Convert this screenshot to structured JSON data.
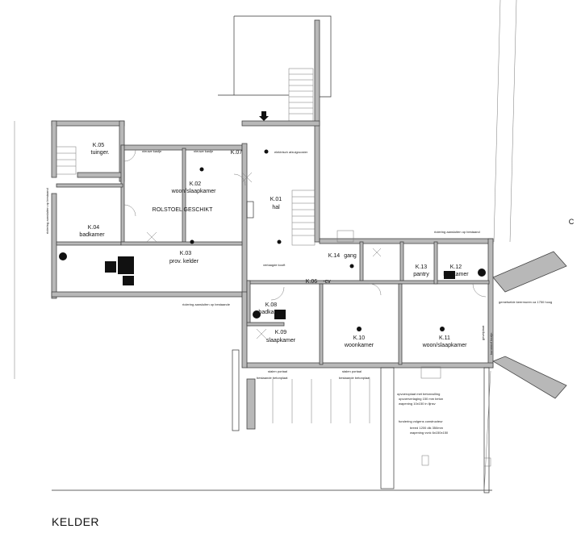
{
  "title": "KELDER",
  "rooms": {
    "k05": {
      "code": "K.05",
      "name": "tuinger."
    },
    "k02": {
      "code": "K.02",
      "name": "woon/slaapkamer",
      "note": "ROLSTOEL GESCHIKT"
    },
    "k07": {
      "code": "K.07"
    },
    "k01": {
      "code": "K.01",
      "name": "hal"
    },
    "k04": {
      "code": "K.04",
      "name": "badkamer"
    },
    "k03": {
      "code": "K.03",
      "name": "prov. kelder"
    },
    "k14": {
      "code": "K.14",
      "name": "gang"
    },
    "k13": {
      "code": "K.13",
      "name": "pantry"
    },
    "k12": {
      "code": "K.12",
      "name": "badkamer"
    },
    "k06": {
      "code": "K.06",
      "name": "-cv"
    },
    "k08": {
      "code": "K.08",
      "name": "badkamer"
    },
    "k09": {
      "code": "K.09",
      "name": "slaapkamer"
    },
    "k10": {
      "code": "K.10",
      "name": "woonkamer"
    },
    "k11": {
      "code": "K.11",
      "name": "woon/slaapkamer"
    }
  },
  "notes": {
    "kastje1": "nieuwe kastje",
    "kastje2": "nieuwe kastje",
    "afzuig": "elektrisch afzuigrooster",
    "verlaagd": "verlaagde kooft",
    "riolering1": "riolering aansluiten op bestaande",
    "riolering2": "riolering aansluiten op bestaand",
    "riolering3": "riolering aansluiten op bestaand",
    "staal1": "stalen portaal",
    "staal2": "stalen portaal",
    "bestaand1": "bestaande betonplaat",
    "bestaand2": "bestaande betonplaat",
    "keermuur": "gemetselde keermuren ca 1750 hoog",
    "gevel": "gevelplaat",
    "wapening": [
      "opvoeroplaat met betonvulling",
      "opvoerverlaging 150 mm beton",
      "wapening 10x150 in lijnsv"
    ],
    "fundering": [
      "fundering volgens constructeur",
      "breed 1200 dik 350mm",
      "wapening vvnk 6x150x150"
    ],
    "kunststof": "kunststof kozijn"
  },
  "side_marker": "C"
}
